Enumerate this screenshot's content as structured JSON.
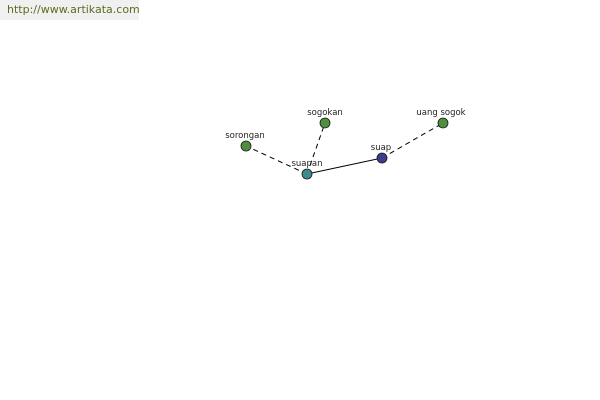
{
  "source": {
    "url_text": "http://www.artikata.com"
  },
  "graph": {
    "nodes": [
      {
        "id": "sogokan",
        "label": "sogokan",
        "color": "#4f8f3c"
      },
      {
        "id": "uang-sogok",
        "label": "uang sogok",
        "color": "#4f8f3c"
      },
      {
        "id": "sorongan",
        "label": "sorongan",
        "color": "#4f8f3c"
      },
      {
        "id": "suap",
        "label": "suap",
        "color": "#3c3c8c"
      },
      {
        "id": "suapan",
        "label": "suapan",
        "color": "#3c8c8c"
      }
    ],
    "edges": [
      {
        "from": "suapan",
        "to": "suap",
        "style": "solid"
      },
      {
        "from": "suapan",
        "to": "sorongan",
        "style": "dashed"
      },
      {
        "from": "suapan",
        "to": "sogokan",
        "style": "dashed"
      },
      {
        "from": "suap",
        "to": "uang-sogok",
        "style": "dashed"
      }
    ]
  }
}
